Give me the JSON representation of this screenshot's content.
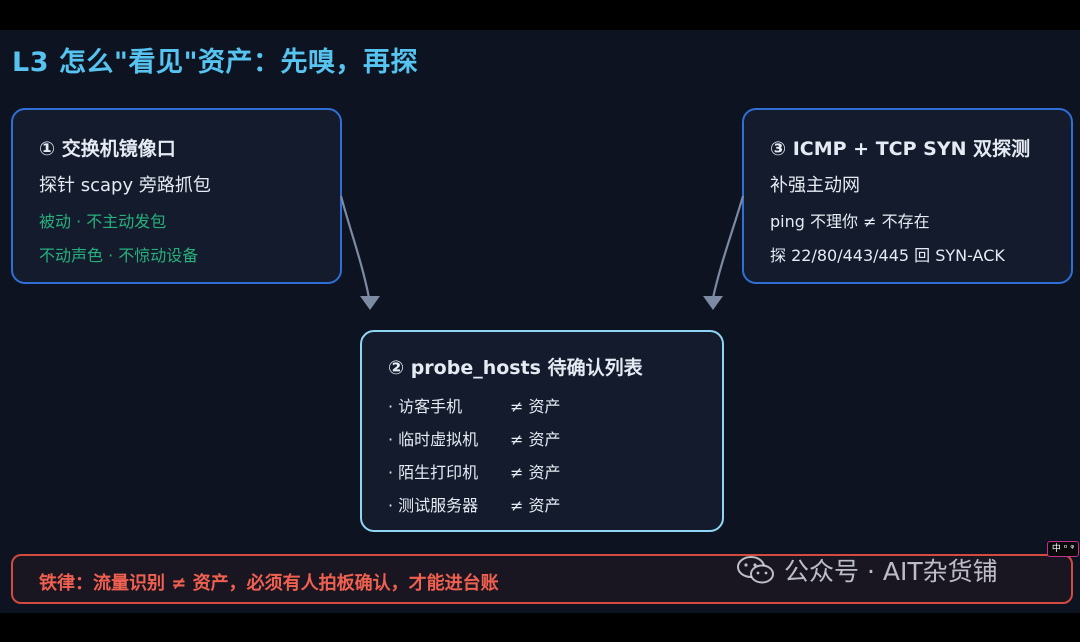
{
  "title": "L3 怎么\"看见\"资产：先嗅，再探",
  "card1": {
    "heading": "① 交换机镜像口",
    "line1": "探针 scapy 旁路抓包",
    "line2": "被动 · 不主动发包",
    "line3": "不动声色 · 不惊动设备"
  },
  "card3": {
    "heading": "③ ICMP + TCP SYN 双探测",
    "line1": "补强主动网",
    "line2": "ping 不理你 ≠ 不存在",
    "line3": "探 22/80/443/445 回 SYN-ACK"
  },
  "card2": {
    "heading": "② probe_hosts 待确认列表",
    "items": [
      {
        "label": "· 访客手机",
        "note": "≠ 资产"
      },
      {
        "label": "· 临时虚拟机",
        "note": "≠ 资产"
      },
      {
        "label": "· 陌生打印机",
        "note": "≠ 资产"
      },
      {
        "label": "· 测试服务器",
        "note": "≠ 资产"
      }
    ]
  },
  "rule": "铁律：流量识别 ≠ 资产，必须有人拍板确认，才能进台账",
  "watermark": "公众号 · AIT杂货铺",
  "badge": "中 ᵒ ᵠ",
  "colors": {
    "title": "#56c3f0",
    "passive_green": "#27b07c",
    "rule_red": "#f06050",
    "card_border_blue": "#2f6fd6",
    "card_border_cyan": "#8fd6f5",
    "arrow": "#7d8aa3"
  }
}
